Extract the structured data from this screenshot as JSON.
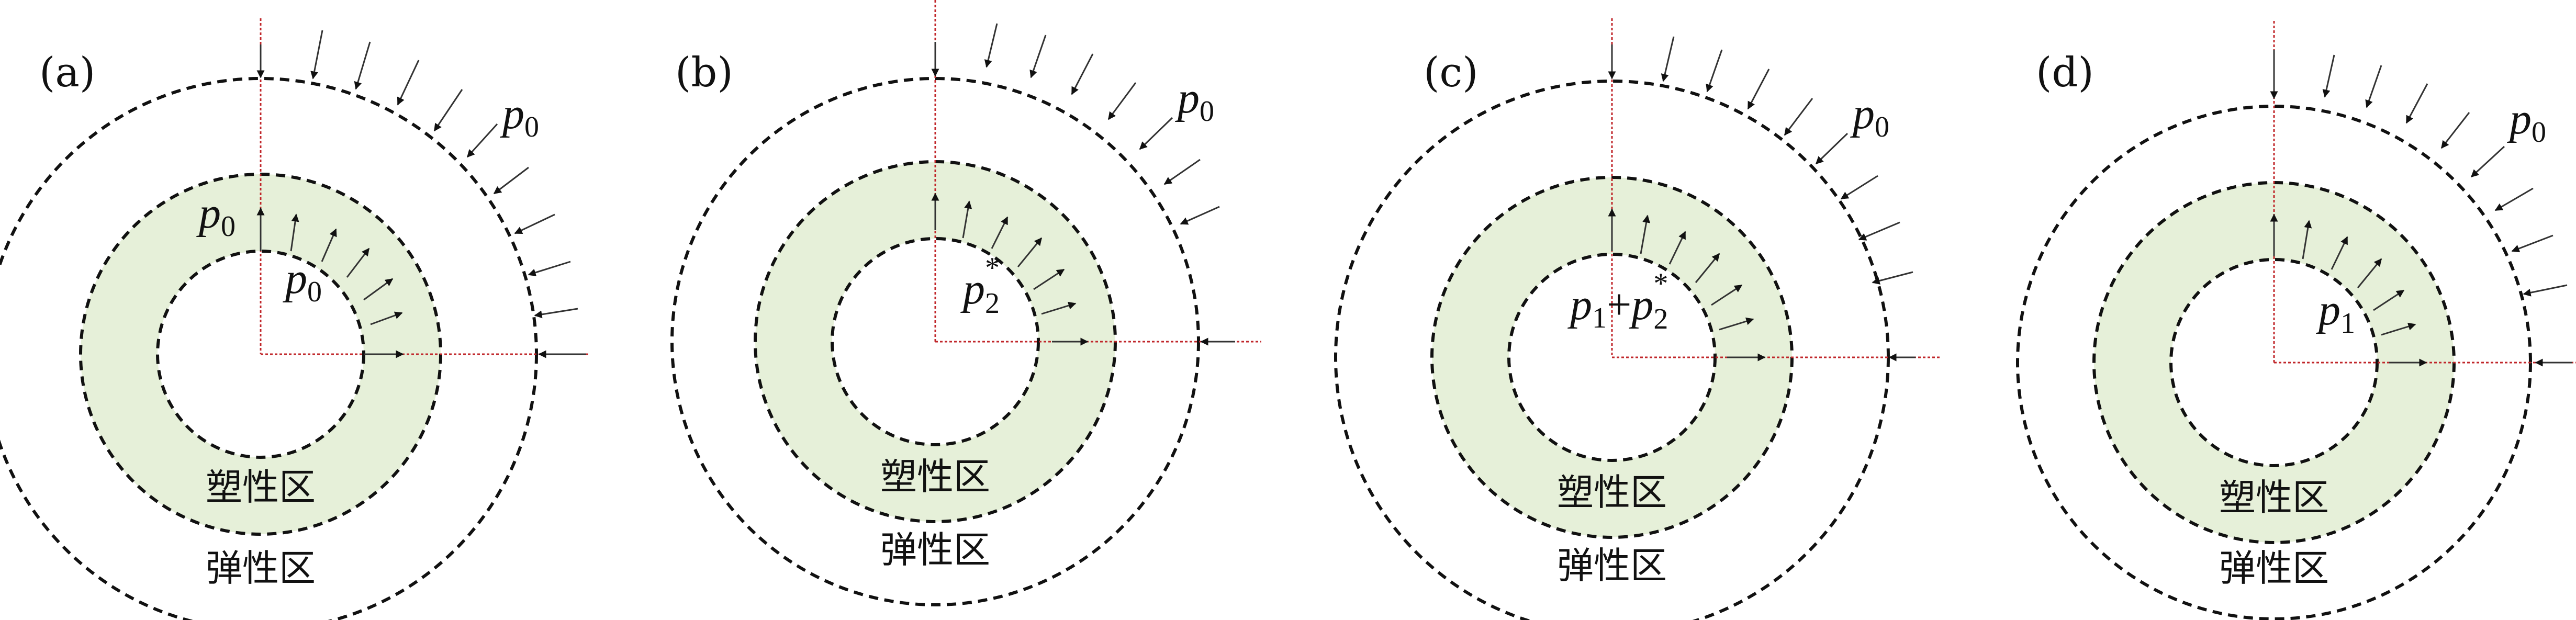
{
  "colors": {
    "plastic_zone_fill": "#e6f0d9",
    "axis_red": "#c0262a",
    "ink": "#111111",
    "arrow_head": "#111111"
  },
  "zone_labels": {
    "plastic": "塑性区",
    "elastic": "弹性区"
  },
  "panels": [
    {
      "id": "a",
      "label": "(a)",
      "outer_pressure": {
        "base": "p",
        "sub": "0"
      },
      "plastic_boundary_pressure": {
        "base": "p",
        "sub": "0"
      },
      "inner_pressure": {
        "base": "p",
        "sub": "0"
      }
    },
    {
      "id": "b",
      "label": "(b)",
      "outer_pressure": {
        "base": "p",
        "sub": "0"
      },
      "inner_pressure": {
        "base": "p",
        "sub": "2",
        "sup": "*"
      }
    },
    {
      "id": "c",
      "label": "(c)",
      "outer_pressure": {
        "base": "p",
        "sub": "0"
      },
      "inner_pressure": {
        "base": "p",
        "sub": "1",
        "plus": "+",
        "base2": "p",
        "sub2": "2",
        "sup2": "*"
      }
    },
    {
      "id": "d",
      "label": "(d)",
      "outer_pressure": {
        "base": "p",
        "sub": "0"
      },
      "inner_pressure": {
        "base": "p",
        "sub": "1"
      }
    }
  ]
}
